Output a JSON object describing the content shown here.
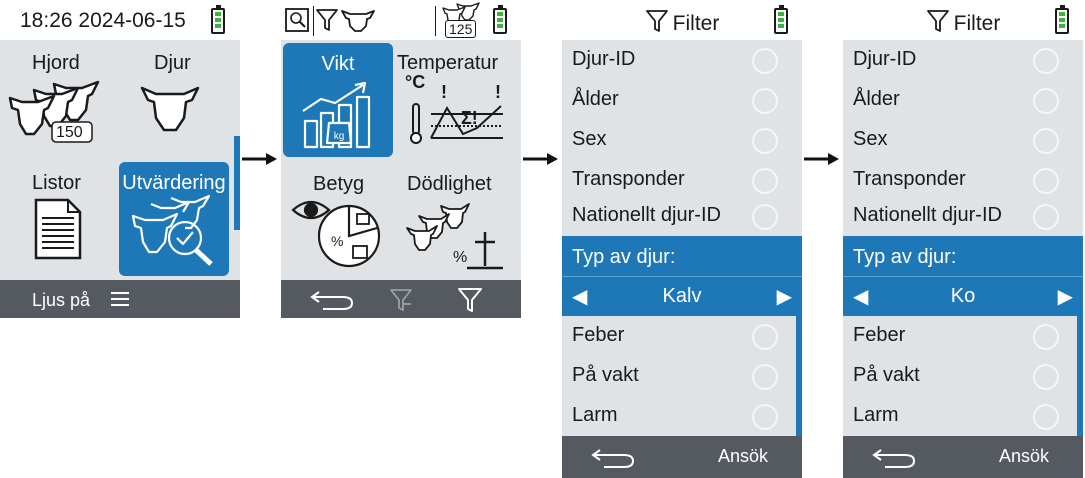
{
  "screen1": {
    "time": "18:26",
    "date": "2024-06-15",
    "tiles": [
      {
        "label": "Hjord",
        "badge": "150"
      },
      {
        "label": "Djur"
      },
      {
        "label": "Listor"
      },
      {
        "label": "Utvärdering"
      }
    ],
    "bottom_label": "Ljus på",
    "menu_icon": "hamburger-menu-icon"
  },
  "screen2": {
    "count_badge": "125",
    "tiles": [
      {
        "label": "Vikt"
      },
      {
        "label": "Temperatur",
        "unit": "°C"
      },
      {
        "label": "Betyg"
      },
      {
        "label": "Dödlighet"
      }
    ]
  },
  "filter_screens": [
    {
      "title": "Filter",
      "items": [
        "Djur-ID",
        "Ålder",
        "Sex",
        "Transponder",
        "Nationellt djur-ID"
      ],
      "type_label": "Typ av djur:",
      "type_value": "Kalv",
      "items_after": [
        "Feber",
        "På vakt",
        "Larm"
      ],
      "apply_label": "Ansök"
    },
    {
      "title": "Filter",
      "items": [
        "Djur-ID",
        "Ålder",
        "Sex",
        "Transponder",
        "Nationellt djur-ID"
      ],
      "type_label": "Typ av djur:",
      "type_value": "Ko",
      "items_after": [
        "Feber",
        "På vakt",
        "Larm"
      ],
      "apply_label": "Ansök"
    }
  ],
  "colors": {
    "accent": "#1e78b8",
    "bar": "#555a60",
    "panel": "#dfe3e6",
    "battery": "#3cb43c"
  }
}
